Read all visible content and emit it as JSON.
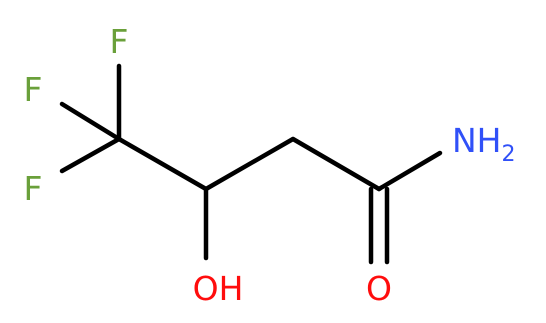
{
  "molecule": {
    "atoms": {
      "f_top": "F",
      "f_left": "F",
      "f_bottom": "F",
      "oh": "OH",
      "n": "NH",
      "n_subscript": "2",
      "o": "O"
    },
    "colors": {
      "fluorine": "#6aa03a",
      "nitrogen": "#3050f8",
      "oxygen": "#ff0d0d",
      "bond": "#000000"
    }
  }
}
